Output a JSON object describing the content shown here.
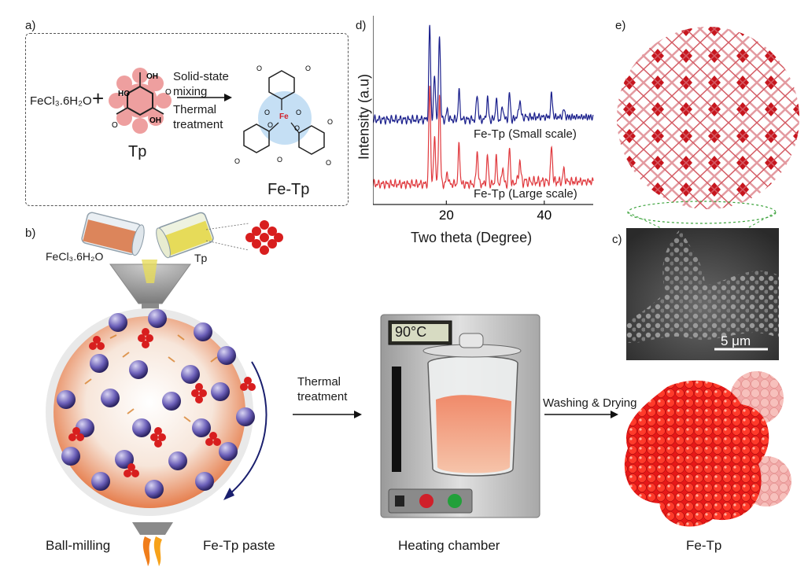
{
  "panels": {
    "a": "a)",
    "b": "b)",
    "c": "c)",
    "d": "d)",
    "e": "e)"
  },
  "scheme": {
    "reactant1": "FeCl₃.6H₂O",
    "plus": "+",
    "tp_label": "Tp",
    "step_line1": "Solid-state",
    "step_line2": "mixing",
    "step_line3": "Thermal",
    "step_line4": "treatment",
    "fe_center": "Fe",
    "product_label": "Fe-Tp"
  },
  "process": {
    "reactant1": "FeCl₃.6H₂O",
    "reactant2": "Tp",
    "ball_milling": "Ball-milling",
    "paste": "Fe-Tp paste",
    "thermal_line1": "Thermal",
    "thermal_line2": "treatment",
    "oven_display": "90°C",
    "heating_chamber": "Heating chamber",
    "washing": "Washing & Drying",
    "final_product": "Fe-Tp"
  },
  "sem": {
    "scale_bar": "5 μm"
  },
  "chart_data": {
    "type": "line",
    "title": "",
    "xlabel": "Two theta (Degree)",
    "ylabel": "Intensity (a.u)",
    "xlim": [
      5,
      50
    ],
    "x_ticks": [
      20,
      40
    ],
    "series": [
      {
        "name": "Fe-Tp (Small scale)",
        "color": "#1a1f8c",
        "peaks": [
          [
            16.6,
            95
          ],
          [
            17.6,
            45
          ],
          [
            18.6,
            88
          ],
          [
            20.2,
            10
          ],
          [
            22.6,
            28
          ],
          [
            26.3,
            26
          ],
          [
            28.4,
            22
          ],
          [
            30.2,
            20
          ],
          [
            31.5,
            14
          ],
          [
            32.9,
            26
          ],
          [
            35.0,
            18
          ],
          [
            41.5,
            24
          ],
          [
            44.0,
            8
          ]
        ]
      },
      {
        "name": "Fe-Tp (Large scale)",
        "color": "#e0393e",
        "peaks": [
          [
            16.6,
            100
          ],
          [
            17.6,
            50
          ],
          [
            18.6,
            92
          ],
          [
            20.2,
            12
          ],
          [
            22.6,
            40
          ],
          [
            26.3,
            34
          ],
          [
            28.4,
            28
          ],
          [
            30.2,
            26
          ],
          [
            31.5,
            18
          ],
          [
            32.9,
            36
          ],
          [
            35.0,
            22
          ],
          [
            41.5,
            36
          ],
          [
            44.0,
            12
          ]
        ]
      }
    ]
  }
}
